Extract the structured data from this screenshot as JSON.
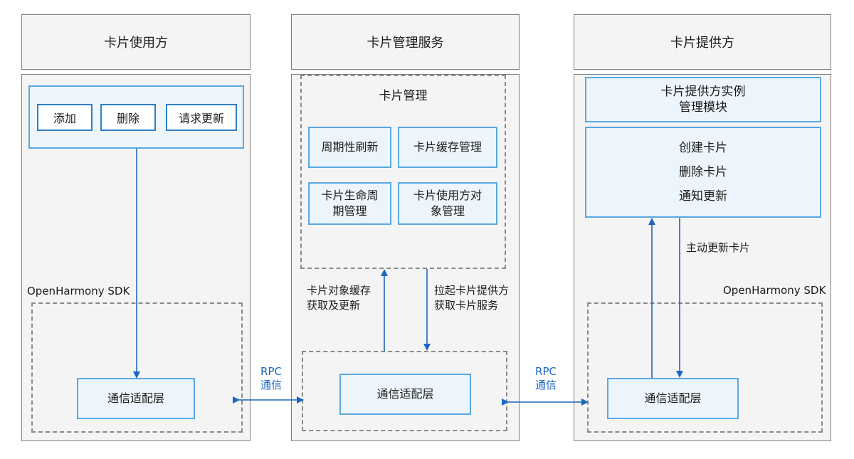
{
  "consumer": {
    "title": "卡片使用方",
    "buttons": [
      "添加",
      "删除",
      "请求更新"
    ],
    "sdk_label": "OpenHarmony SDK",
    "adapter": "通信适配层"
  },
  "manager": {
    "title": "卡片管理服务",
    "group_title": "卡片管理",
    "modules": [
      "周期性刷新",
      "卡片缓存管理",
      "卡片生命周期管理",
      "卡片使用方对象管理"
    ],
    "adapter": "通信适配层",
    "up_label": "卡片对象缓存\n获取及更新",
    "down_label": "拉起卡片提供方\n获取卡片服务"
  },
  "provider": {
    "title": "卡片提供方",
    "instance_mgmt": "卡片提供方实例\n管理模块",
    "actions": [
      "创建卡片",
      "删除卡片",
      "通知更新"
    ],
    "sdk_label": "OpenHarmony SDK",
    "adapter": "通信适配层",
    "update_label": "主动更新卡片"
  },
  "rpc": "RPC\n通信",
  "colors": {
    "arrow": "#1a66c2",
    "module_border": "#5aa8e0",
    "module_fill": "#ecf5fb",
    "panel_fill": "#f4f4f4"
  }
}
